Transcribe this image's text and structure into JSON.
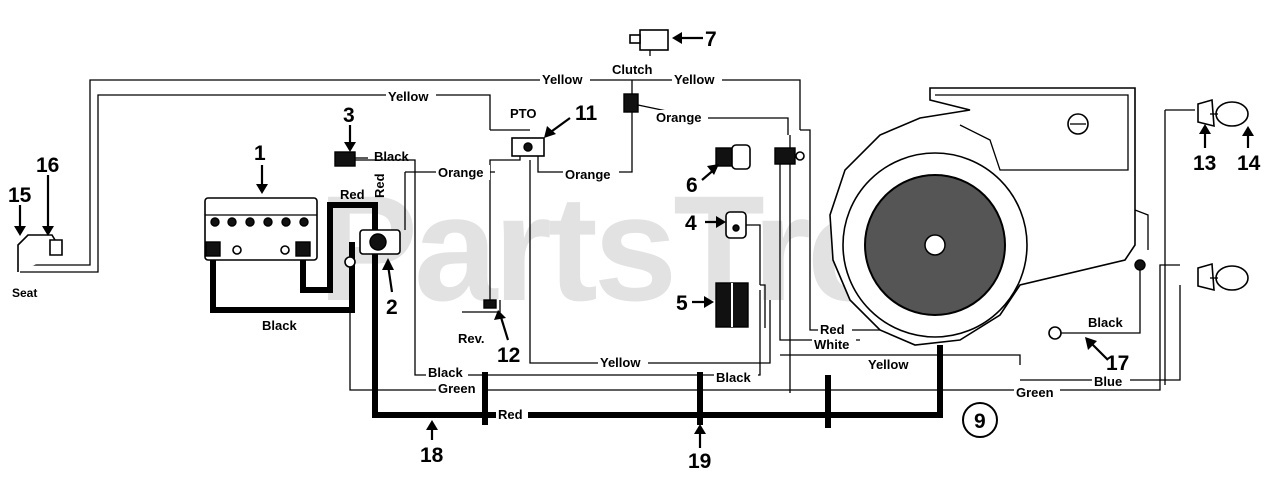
{
  "watermark": "PartsTre",
  "callouts": [
    "1",
    "2",
    "3",
    "4",
    "5",
    "6",
    "7",
    "9",
    "11",
    "12",
    "13",
    "14",
    "15",
    "16",
    "17",
    "18",
    "19"
  ],
  "component_labels": {
    "seat": "Seat",
    "clutch": "Clutch",
    "pto": "PTO",
    "rev": "Rev."
  },
  "wire_labels": {
    "yellow_top_a": "Yellow",
    "yellow_top_b": "Yellow",
    "yellow_mid": "Yellow",
    "black_3": "Black",
    "red_vertical": "Red",
    "red_battery": "Red",
    "orange_left": "Orange",
    "orange_pto": "Orange",
    "orange_top": "Orange",
    "black_battery": "Black",
    "black_bottom": "Black",
    "black_mid": "Black",
    "green_left": "Green",
    "green_right": "Green",
    "red_bottom": "Red",
    "yellow_bottom": "Yellow",
    "yellow_engine": "Yellow",
    "red_engine": "Red",
    "white_engine": "White",
    "black_17": "Black",
    "blue": "Blue"
  }
}
